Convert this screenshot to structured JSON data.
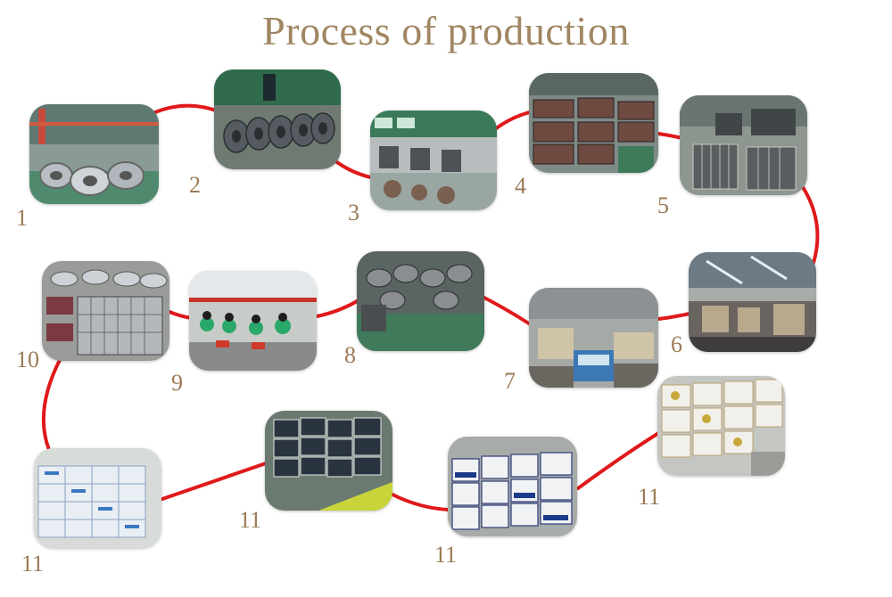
{
  "title": "Process of production",
  "colors": {
    "title": "#a08662",
    "step_number": "#9b7a56",
    "connector": "#e0191b"
  },
  "steps": [
    {
      "number": "1",
      "scene": "steel-coils-warehouse-photo"
    },
    {
      "number": "2",
      "scene": "stator-cores-stacking-photo"
    },
    {
      "number": "3",
      "scene": "winding-machines-photo"
    },
    {
      "number": "4",
      "scene": "parts-racks-photo"
    },
    {
      "number": "5",
      "scene": "wire-cages-storage-photo"
    },
    {
      "number": "6",
      "scene": "assembly-workshop-photo"
    },
    {
      "number": "7",
      "scene": "pallet-storage-photo"
    },
    {
      "number": "8",
      "scene": "motor-parts-bins-photo"
    },
    {
      "number": "9",
      "scene": "assembly-line-workers-photo"
    },
    {
      "number": "10",
      "scene": "finished-parts-cages-photo"
    },
    {
      "number": "11",
      "scene": "packed-boxes-warehouse-photo"
    },
    {
      "number": "11",
      "scene": "packed-boxes-stacks-photo"
    },
    {
      "number": "11",
      "scene": "packed-boxes-pallets-photo"
    },
    {
      "number": "11",
      "scene": "packed-boxes-shelves-photo"
    }
  ]
}
